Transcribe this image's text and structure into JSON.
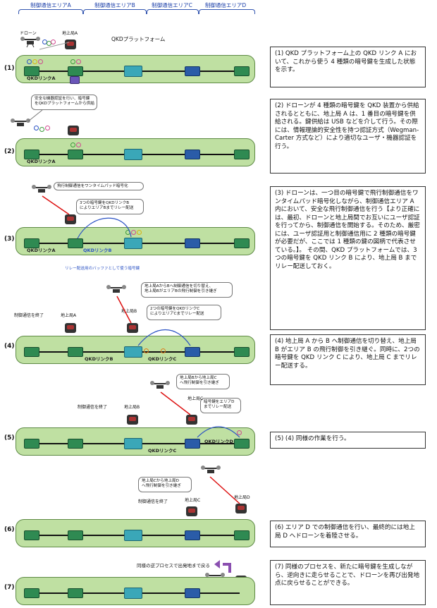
{
  "zones": [
    "制御通信エリアA",
    "制御通信エリアB",
    "制御通信エリアC",
    "制御通信エリアD"
  ],
  "labels": {
    "drone": "ドローン",
    "ground_a": "地上局A",
    "ground_b": "地上局B",
    "ground_c": "地上局C",
    "ground_d": "地上局D",
    "platform": "QKDプラットフォーム",
    "link_a": "QKDリンクA",
    "link_b": "QKDリンクB",
    "link_c": "QKDリンクC",
    "link_d": "QKDリンクD"
  },
  "steps": [
    "(1)",
    "(2)",
    "(3)",
    "(4)",
    "(5)",
    "(6)",
    "(7)"
  ],
  "callouts": {
    "s2_auth": "安全な機器認証を行い、暗号鍵\nをQKDプラットフォームから供給",
    "s3_otp": "飛行制御通信をワンタイムパッド暗号化",
    "s3_relay": "3つの暗号鍵をQKDリンクB\nによりエリアBまでリレー配送",
    "s3_relay_use": "リレー配送用のバッファとして使う暗号鍵",
    "s4_switch": "地上局AからBへ制御通信を切り替え、\n地上局BがエリアBの飛行制御を引き継ぎ",
    "s4_end": "制御通信を終了",
    "s4_relay": "2つの暗号鍵をQKDリンクC\nによりエリアCまでリレー配送",
    "s5_switch": "地上局Bから地上局C\nへ飛行制御を引き継ぎ",
    "s5_end": "制御通信を終了",
    "s5_relay": "暗号鍵をエリアD\nまでリレー配送",
    "s6_switch": "地上局Cから地上局D\nへ飛行制御を引き継ぎ",
    "s6_end": "制御通信を終了",
    "s7_return": "同様の逆プロセスで出発地まで戻る"
  },
  "descriptions": [
    "(1) QKD プラットフォーム上の QKD リンク A において、これから使う 4 種類の暗号鍵を生成した状態を示す。",
    "(2) ドローンが 4 種類の暗号鍵を QKD 装置から供給されるとともに、地上局 A は、1 番目の暗号鍵を供給される。鍵供給は USB などを介して行う。その際には、情報理論的安全性を持つ認証方式（Wegman-Carter 方式など）により適切なユーザ・機器認証を行う。",
    "(3) ドローンは、一つ目の暗号鍵で飛行制御通信をワンタイムパッド暗号化しながら、制御通信エリア A 内において、安全な飛行制御通信を行う【より正確には、最初、ドローンと地上局間でお互いにユーザ認証を行ってから、制御通信を開始する。そのため、厳密には、ユーザ認証用と制御通信用に 2 種類の暗号鍵が必要だが、ここでは 1 種類の鍵の図柄で代表させている。】。\nその間、QKD プラットフォームでは、3 つの暗号鍵を QKD リンク B により、地上局 B までリレー配送しておく。",
    "(4) 地上局 A から B へ制御通信を切り替え、地上局 B がエリア B の飛行制御を引き継ぐ。同時に、2つの暗号鍵を QKD リンク C により、地上局 C までリレー配送する。",
    "(5) (4) 同様の作業を行う。",
    "(6) エリア D での制御通信を行い、最終的には地上局 D へドローンを着陸させる。",
    "(7) 同様のプロセスを、新たに暗号鍵を生成しながら、逆向きに走らせることで、ドローンを再び出発地点に戻らせることができる。"
  ]
}
